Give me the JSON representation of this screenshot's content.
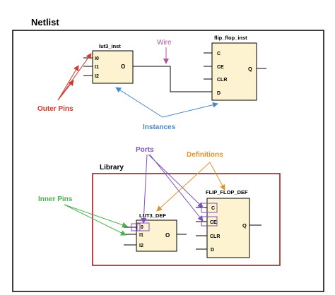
{
  "title": "Netlist",
  "netlist": {
    "lut3_inst": {
      "name": "lut3_inst",
      "pins_in": [
        "I0",
        "I1",
        "I2"
      ],
      "pin_out": "O"
    },
    "flip_flop_inst": {
      "name": "flip_flop_inst",
      "pins_in": [
        "C",
        "CE",
        "CLR",
        "D"
      ],
      "pin_out": "Q"
    }
  },
  "labels": {
    "wire": "Wire",
    "outer_pins": "Outer Pins",
    "instances": "Instances",
    "ports": "Ports",
    "definitions": "Definitions",
    "library": "Library",
    "inner_pins": "Inner Pins"
  },
  "library": {
    "lut3_def": {
      "name": "LUT3_DEF",
      "pins_in": [
        "I0",
        "I1",
        "I2"
      ],
      "pin_out": "O"
    },
    "flip_flop_def": {
      "name": "FLIP_FLOP_DEF",
      "pins_in": [
        "C",
        "CE",
        "CLR",
        "D"
      ],
      "pin_out": "Q"
    }
  },
  "colors": {
    "block_fill": "#fdf3d0",
    "outer_pins": "#d0392b",
    "instances": "#4a86c8",
    "wire": "#b5549a",
    "ports": "#7d4fbf",
    "definitions": "#e0922a",
    "library": "#a81c1c",
    "inner_pins": "#4caf50"
  }
}
